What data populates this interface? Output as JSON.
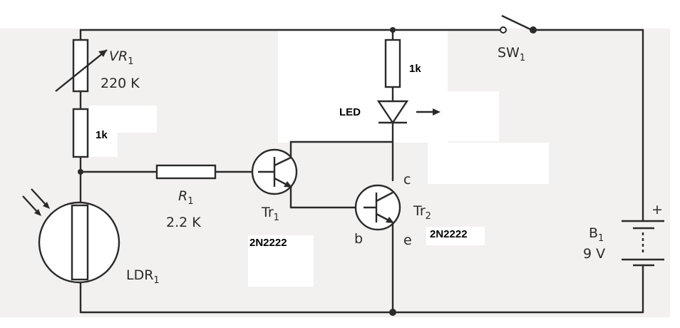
{
  "labels": {
    "vr1_name": "VR",
    "vr1_sub": "1",
    "vr1_value": "220 K",
    "r_top": "1k",
    "r_mid": "1k",
    "led": "LED",
    "sw1_name": "SW",
    "sw1_sub": "1",
    "r1_name": "R",
    "r1_sub": "1",
    "r1_value": "2.2 K",
    "tr1_name": "Tr",
    "tr1_sub": "1",
    "tr1_part": "2N2222",
    "tr2_name": "Tr",
    "tr2_sub": "2",
    "tr2_part": "2N2222",
    "pin_c": "c",
    "pin_b": "b",
    "pin_e": "e",
    "b1_name": "B",
    "b1_sub": "1",
    "b1_value": "9 V",
    "b1_plus": "+",
    "ldr_name": "LDR",
    "ldr_sub": "1"
  },
  "colors": {
    "ink": "#2a2a2a",
    "paper": "#f2f1ef",
    "patch": "#ffffff"
  }
}
